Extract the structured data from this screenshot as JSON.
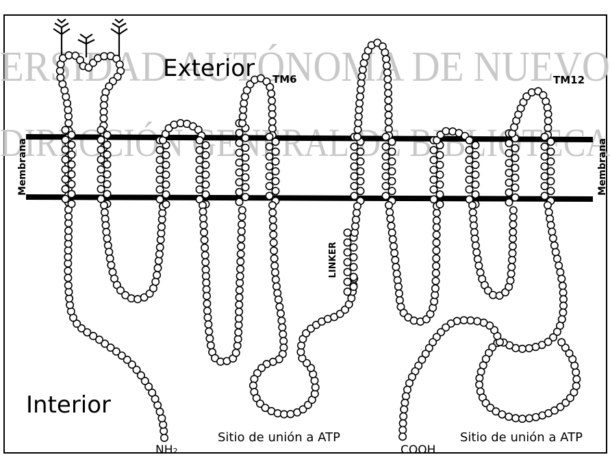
{
  "watermark": {
    "line1": "ERSIDAD AUTÓNOMA DE NUEVO",
    "line2": "DIRECCIÓN GENERAL DE BIBLIOTECA"
  },
  "labels": {
    "exterior": "Exterior",
    "interior": "Interior",
    "tm6": "TM6",
    "tm12": "TM12",
    "membrane_left": "Membrana",
    "membrane_right": "Membrana",
    "linker": "LINKER",
    "nh2": "NH",
    "nh2_sub": "2",
    "cooh": "COOH",
    "atp_site_1": "Sitio de unión a ATP",
    "atp_site_2": "Sitio de unión a ATP"
  },
  "colors": {
    "bead_fill": "#ffffff",
    "bead_stroke": "#000000",
    "membrane": "#000000",
    "watermark": "#c8c8c8"
  }
}
